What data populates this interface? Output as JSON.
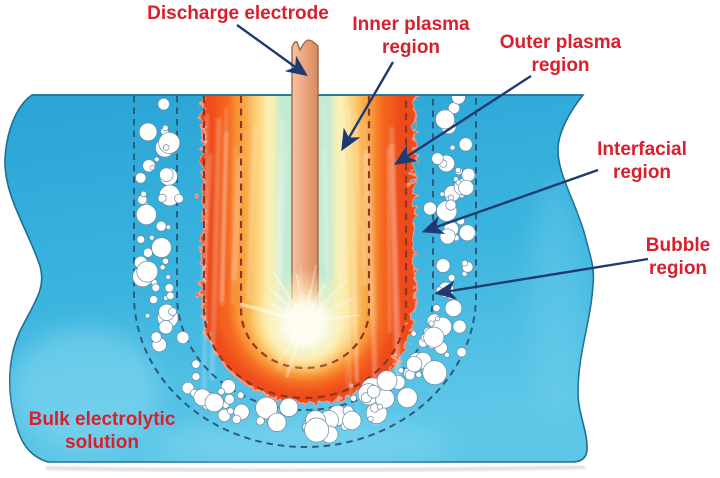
{
  "labels": {
    "discharge_electrode": {
      "text": "Discharge electrode"
    },
    "inner_plasma": {
      "line1": "Inner plasma",
      "line2": "region"
    },
    "outer_plasma": {
      "line1": "Outer plasma",
      "line2": "region"
    },
    "interfacial": {
      "line1": "Interfacial",
      "line2": "region"
    },
    "bubble": {
      "line1": "Bubble",
      "line2": "region"
    },
    "bulk": {
      "line1": "Bulk electrolytic",
      "line2": "solution"
    }
  },
  "colors": {
    "label_red": "#d91f2c",
    "arrow_navy": "#1e3a70",
    "bulk_cyan": "#2fadd9",
    "bulk_cyan_light": "#63c9e9",
    "plasma_red": "#ee4b1a",
    "plasma_deep_orange": "#f4601e",
    "plasma_orange": "#f9a03c",
    "plasma_yellow": "#fcd47b",
    "plasma_pale_yellow": "#faf0b2",
    "plasma_mint": "#c2ead4",
    "flame_fringe": "#f79a80",
    "electrode_salmon": "#eda47e",
    "electrode_outline": "#9a6a4c",
    "bubble_fill": "#ffffff",
    "bubble_outline": "#6b8ca3",
    "dash_plasma": "#8f3620",
    "dash_bubble": "#2d5a7d",
    "liquid_outline": "#1e6e94"
  }
}
